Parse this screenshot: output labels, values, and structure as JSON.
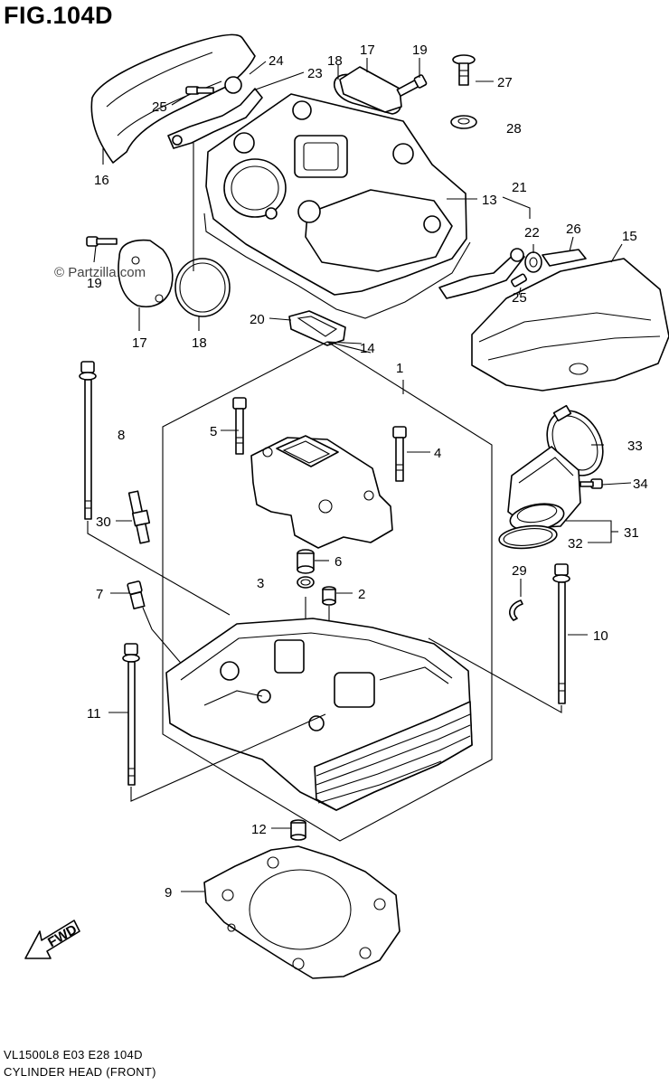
{
  "figure": {
    "title": "FIG.104D",
    "watermark": "© Partzilla.com",
    "fwd_label": "FWD",
    "footer_code": "VL1500L8  E03  E28  104D",
    "footer_caption": "CYLINDER HEAD (FRONT)"
  },
  "callouts": [
    {
      "id": "c24",
      "text": "24"
    },
    {
      "id": "c23",
      "text": "23"
    },
    {
      "id": "c18a",
      "text": "18"
    },
    {
      "id": "c17a",
      "text": "17"
    },
    {
      "id": "c19a",
      "text": "19"
    },
    {
      "id": "c27",
      "text": "27"
    },
    {
      "id": "c25a",
      "text": "25"
    },
    {
      "id": "c28",
      "text": "28"
    },
    {
      "id": "c16",
      "text": "16"
    },
    {
      "id": "c13",
      "text": "13"
    },
    {
      "id": "c21",
      "text": "21"
    },
    {
      "id": "c22",
      "text": "22"
    },
    {
      "id": "c26",
      "text": "26"
    },
    {
      "id": "c15",
      "text": "15"
    },
    {
      "id": "c19b",
      "text": "19"
    },
    {
      "id": "c25b",
      "text": "25"
    },
    {
      "id": "c17b",
      "text": "17"
    },
    {
      "id": "c18b",
      "text": "18"
    },
    {
      "id": "c20",
      "text": "20"
    },
    {
      "id": "c14",
      "text": "14"
    },
    {
      "id": "c1",
      "text": "1"
    },
    {
      "id": "c8",
      "text": "8"
    },
    {
      "id": "c5",
      "text": "5"
    },
    {
      "id": "c4",
      "text": "4"
    },
    {
      "id": "c33",
      "text": "33"
    },
    {
      "id": "c34",
      "text": "34"
    },
    {
      "id": "c30",
      "text": "30"
    },
    {
      "id": "c31",
      "text": "31"
    },
    {
      "id": "c32",
      "text": "32"
    },
    {
      "id": "c6",
      "text": "6"
    },
    {
      "id": "c3",
      "text": "3"
    },
    {
      "id": "c2",
      "text": "2"
    },
    {
      "id": "c29",
      "text": "29"
    },
    {
      "id": "c7",
      "text": "7"
    },
    {
      "id": "c10",
      "text": "10"
    },
    {
      "id": "c11",
      "text": "11"
    },
    {
      "id": "c12",
      "text": "12"
    },
    {
      "id": "c9",
      "text": "9"
    }
  ]
}
